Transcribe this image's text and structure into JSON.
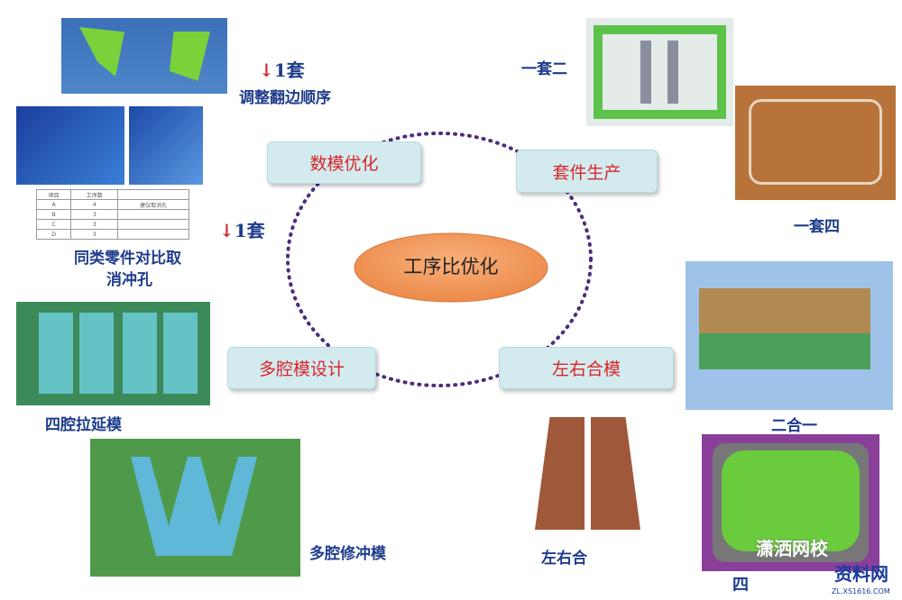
{
  "center": "工序比优化",
  "branches": [
    "数模优化",
    "套件生产",
    "多腔模设计",
    "左右合模"
  ],
  "left": {
    "reduce1": {
      "arrow": "↓",
      "text": "1套"
    },
    "caption1": "调整翻边顺序",
    "reduce2": {
      "arrow": "↓",
      "text": "1套"
    },
    "caption2": [
      "同类零件对比取",
      "消冲孔"
    ],
    "table": {
      "headers": [
        "项目",
        "工序数",
        ""
      ],
      "rows": [
        [
          "A",
          "4",
          "建议取消孔"
        ],
        [
          "B",
          "3",
          ""
        ],
        [
          "C",
          "3",
          ""
        ],
        [
          "D",
          "3",
          ""
        ]
      ]
    },
    "caption3": "四腔拉延模",
    "caption4": "多腔修冲模"
  },
  "right": {
    "caption1": "一套二",
    "caption2": "一套四",
    "caption3": "二合一",
    "caption4": "左右合",
    "caption5": "四"
  },
  "watermark": {
    "text1": "潇洒网校",
    "text2": "资料网",
    "url": "ZL.XS1616.COM"
  },
  "colors": {
    "label": "#1f3c8c",
    "tag_text": "#d8262b",
    "tag_fill": "#d3ebee",
    "center": "#f29a5c",
    "circle": "#4b2d7f"
  }
}
